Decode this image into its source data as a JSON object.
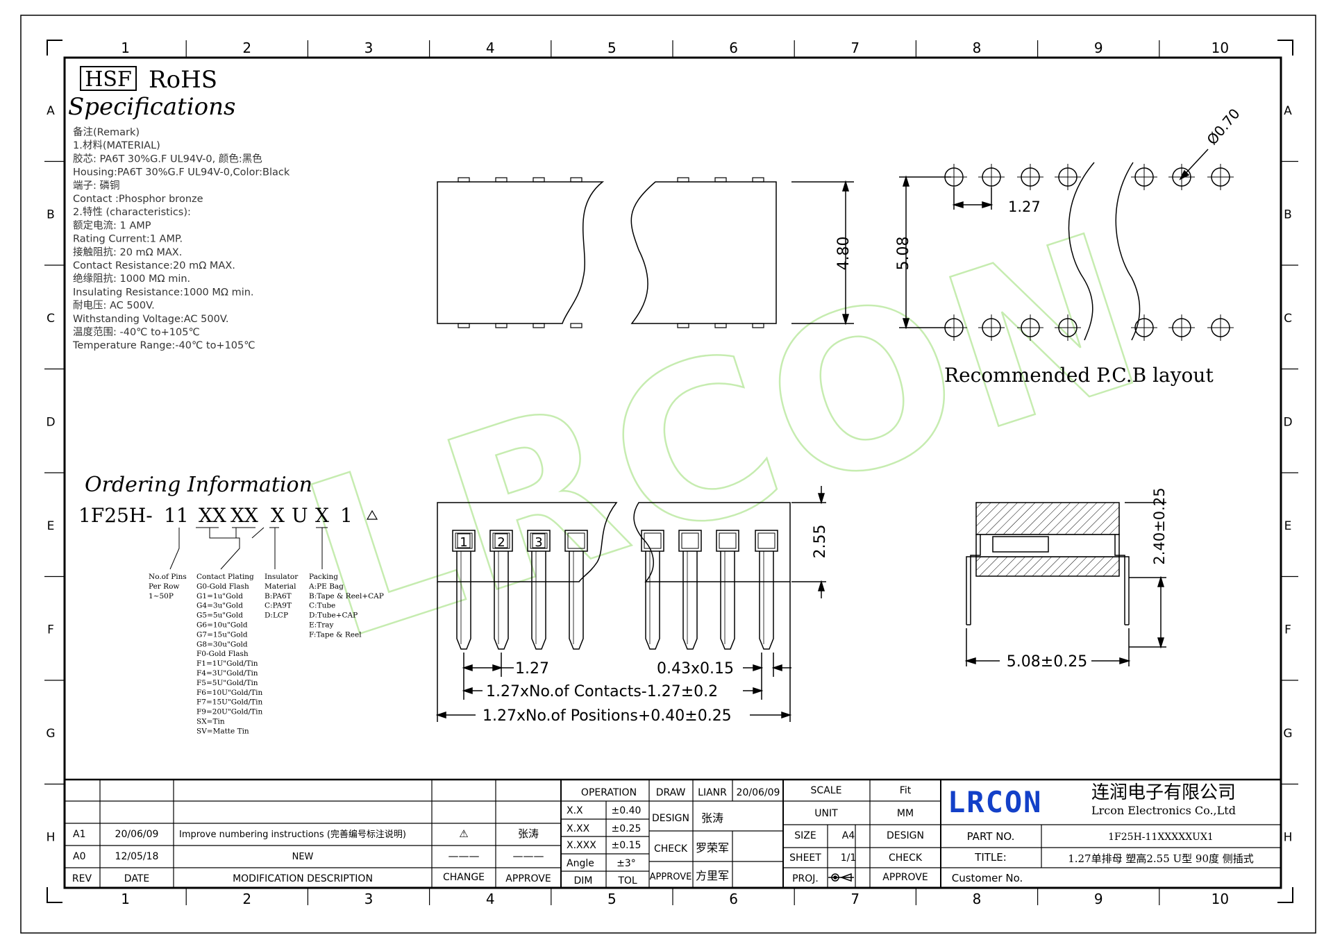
{
  "frame": {
    "columns": [
      "1",
      "2",
      "3",
      "4",
      "5",
      "6",
      "7",
      "8",
      "9",
      "10"
    ],
    "rows": [
      "A",
      "B",
      "C",
      "D",
      "E",
      "F",
      "G",
      "H"
    ]
  },
  "header": {
    "hsf": "HSF",
    "rohs": "RoHS",
    "specifications_title": "Specifications"
  },
  "specs": [
    "备注(Remark)",
    "1.材料(MATERIAL)",
    "胶芯: PA6T 30%G.F UL94V-0, 颜色:黑色",
    "Housing:PA6T 30%G.F UL94V-0,Color:Black",
    "端子: 磷铜",
    "Contact :Phosphor bronze",
    "2.特性 (characteristics):",
    "额定电流: 1 AMP",
    "Rating Current:1 AMP.",
    "接触阻抗: 20 mΩ MAX.",
    "Contact Resistance:20 mΩ MAX.",
    "绝缘阻抗: 1000 MΩ min.",
    "Insulating Resistance:1000 MΩ  min.",
    "耐电压: AC 500V.",
    "Withstanding Voltage:AC 500V.",
    "温度范围: -40℃ to+105℃",
    "Temperature Range:-40℃ to+105℃"
  ],
  "ordering": {
    "title": "Ordering Information",
    "code_parts": [
      "1F25H-",
      "11",
      "XX",
      "XX",
      "X",
      "U",
      "X",
      "1"
    ],
    "col_pins": [
      "No.of Pins",
      "Per Row",
      "1~50P"
    ],
    "col_plating": [
      "Contact Plating",
      "G0-Gold Flash",
      "G1=1u\"Gold",
      "G4=3u\"Gold",
      "G5=5u\"Gold",
      "G6=10u\"Gold",
      "G7=15u\"Gold",
      "G8=30u\"Gold",
      "F0-Gold Flash",
      "F1=1U\"Gold/Tin",
      "F4=3U\"Gold/Tin",
      "F5=5U\"Gold/Tin",
      "F6=10U\"Gold/Tin",
      "F7=15U\"Gold/Tin",
      "F9=20U\"Gold/Tin",
      "SX=Tin",
      "SV=Matte Tin"
    ],
    "col_insulator": [
      "Insulator",
      "Material",
      "B:PA6T",
      "C:PA9T",
      "D:LCP"
    ],
    "col_packing": [
      "Packing",
      "A:PE Bag",
      "B:Tape & Reel+CAP",
      "C:Tube",
      "D:Tube+CAP",
      "E:Tray",
      "F:Tape & Reel"
    ]
  },
  "dims": {
    "top_height": "4.80",
    "pcb_height": "5.08",
    "pcb_pitch": "1.27",
    "hole_dia": "Ø0.70",
    "pcb_caption": "Recommended P.C.B layout",
    "side_height": "2.55",
    "pitch": "1.27",
    "pin_size": "0.43x0.15",
    "contacts_len": "1.27xNo.of Contacts-1.27±0.2",
    "positions_len": "1.27xNo.of Positions+0.40±0.25",
    "end_height": "2.40±0.25",
    "end_width": "5.08±0.25",
    "pin_numbers": [
      "1",
      "2",
      "3"
    ]
  },
  "watermark": "LRCON",
  "title_block": {
    "revisions": [
      {
        "rev": "A1",
        "date": "20/06/09",
        "desc": "Improve numbering instructions (完善编号标注说明)",
        "change": "⚠",
        "approve": "张涛"
      },
      {
        "rev": "A0",
        "date": "12/05/18",
        "desc": "NEW",
        "change": "———",
        "approve": "———"
      }
    ],
    "rev_headers": {
      "rev": "REV",
      "date": "DATE",
      "desc": "MODIFICATION DESCRIPTION",
      "change": "CHANGE",
      "approve": "APPROVE"
    },
    "operation": "OPERATION",
    "tolerances": [
      [
        "X.X",
        "±0.40"
      ],
      [
        "X.XX",
        "±0.25"
      ],
      [
        "X.XXX",
        "±0.15"
      ],
      [
        "Angle",
        "±3°"
      ]
    ],
    "dim_label": "DIM",
    "tol_label": "TOL",
    "draw": "DRAW",
    "draw_name": "LIANR",
    "draw_date": "20/06/09",
    "design": "DESIGN",
    "design_name": "张涛",
    "check": "CHECK",
    "check_name": "罗荣军",
    "approve": "APPROVE",
    "approve_name": "方里军",
    "scale_label": "SCALE",
    "scale_value": "Fit",
    "unit_label": "UNIT",
    "unit_value": "MM",
    "size_label": "SIZE",
    "size_value": "A4",
    "design2": "DESIGN",
    "sheet_label": "SHEET",
    "sheet_value": "1/1",
    "check2": "CHECK",
    "proj_label": "PROJ.",
    "approve2": "APPROVE",
    "company_logo": "LRCON",
    "company_cn": "连润电子有限公司",
    "company_en": "Lrcon Electronics Co.,Ltd",
    "part_no_label": "PART NO.",
    "part_no": "1F25H-11XXXXXUX1",
    "title_label": "TITLE:",
    "title_value": "1.27单排母 塑高2.55 U型 90度 侧插式",
    "customer_label": "Customer No."
  },
  "colors": {
    "line": "#000000",
    "watermark": "#c6ecb0",
    "logo": "#1340c8"
  }
}
